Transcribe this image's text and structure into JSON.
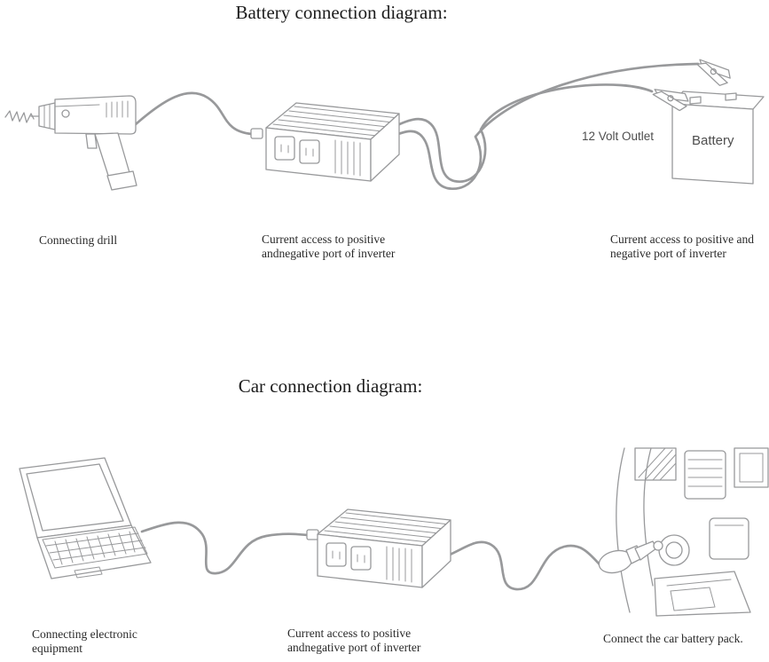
{
  "style": {
    "line_color": "#98999b",
    "background": "#ffffff",
    "text_color": "#2a2a2a"
  },
  "battery_diagram": {
    "title": "Battery connection diagram:",
    "outlet_label": "12 Volt Outlet",
    "battery_label": "Battery",
    "captions": {
      "drill": "Connecting drill",
      "inverter_line1": "Current access to positive",
      "inverter_line2": "andnegative port of inverter",
      "battery_line1": "Current access to positive and",
      "battery_line2": "negative port of inverter"
    }
  },
  "car_diagram": {
    "title": "Car connection diagram:",
    "captions": {
      "laptop_line1": "Connecting electronic",
      "laptop_line2": "equipment",
      "inverter_line1": "Current access to positive",
      "inverter_line2": "andnegative port of inverter",
      "car": "Connect the car battery pack."
    }
  }
}
